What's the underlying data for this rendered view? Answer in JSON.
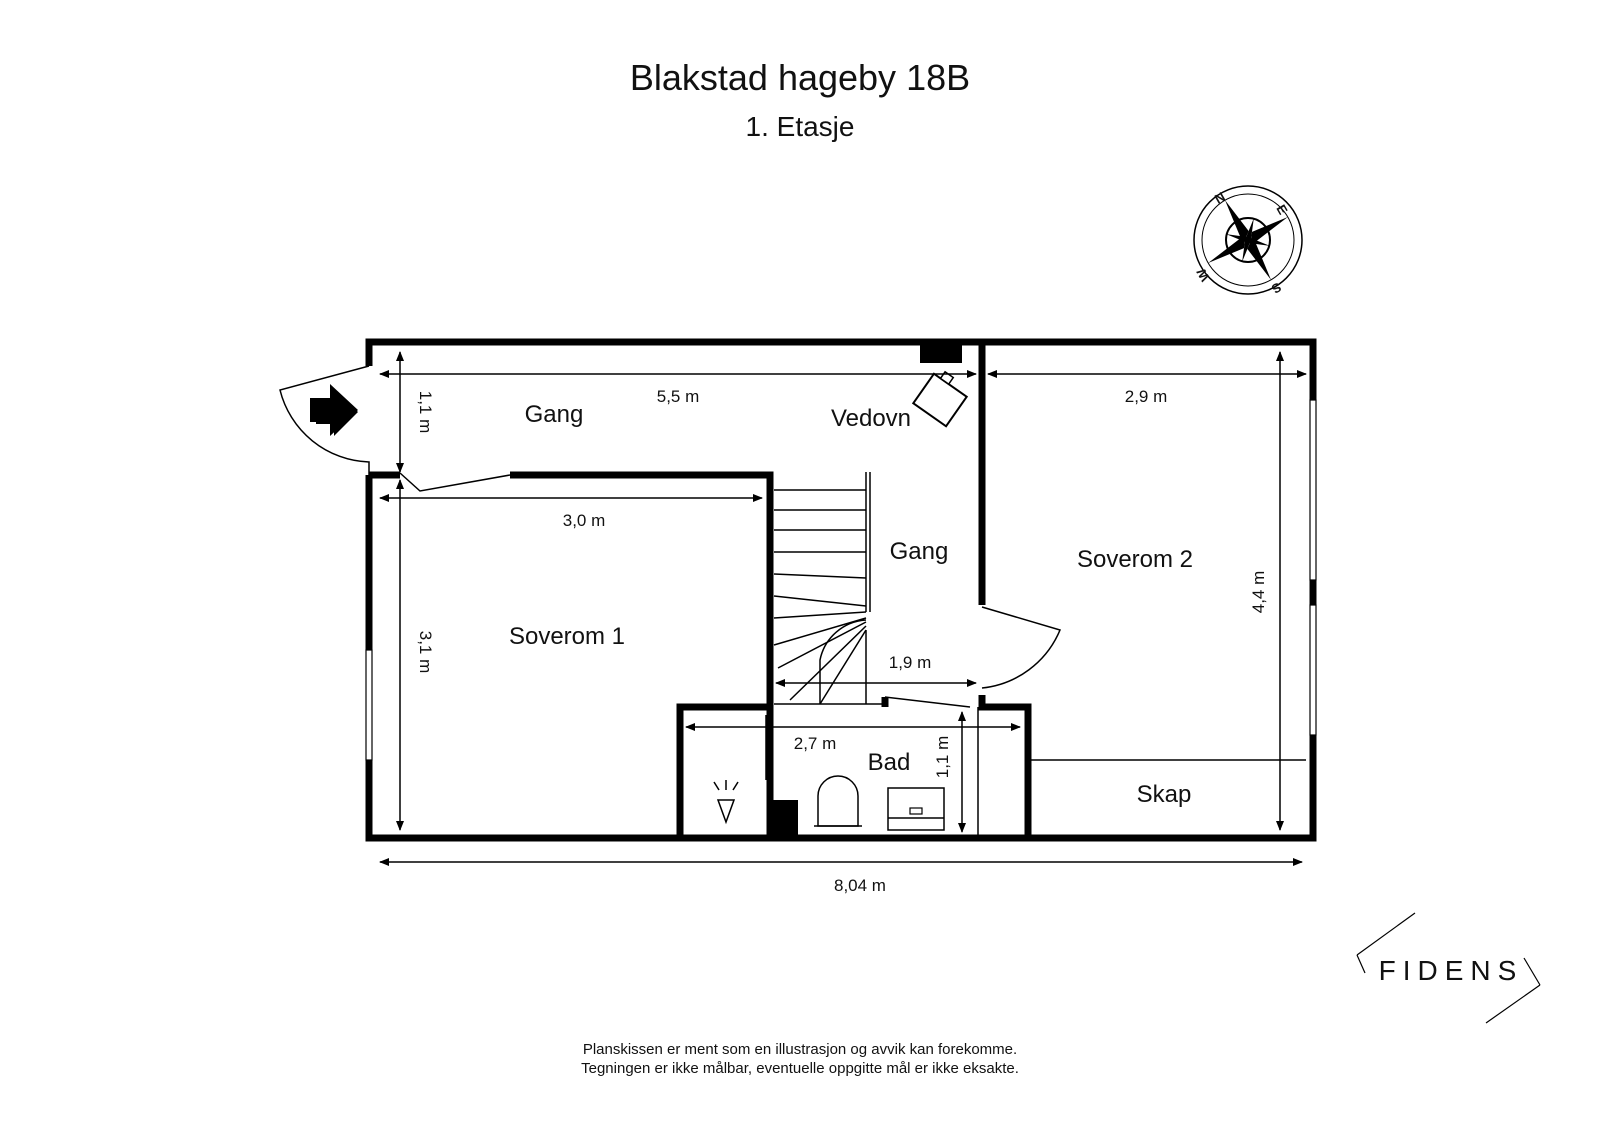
{
  "title": "Blakstad hageby 18B",
  "subtitle": "1. Etasje",
  "rooms": {
    "gang_top": "Gang",
    "vedovn": "Vedovn",
    "gang_mid": "Gang",
    "soverom1": "Soverom 1",
    "soverom2": "Soverom 2",
    "bad": "Bad",
    "skap": "Skap"
  },
  "dimensions": {
    "gang_depth": "1,1 m",
    "gang_length": "5,5 m",
    "sov2_width": "2,9 m",
    "sov1_width": "3,0 m",
    "sov1_depth": "3,1 m",
    "sov2_depth": "4,4 m",
    "gang_mid_width": "1,9 m",
    "bad_width": "2,7 m",
    "bad_depth": "1,1 m",
    "total_width": "8,04 m"
  },
  "compass": {
    "n": "N",
    "e": "E",
    "s": "S",
    "w": "W"
  },
  "brand": "FIDENS",
  "disclaimer": {
    "line1": "Planskissen er ment som en illustrasjon og avvik kan forekomme.",
    "line2": "Tegningen er ikke målbar, eventuelle oppgitte mål er ikke eksakte."
  }
}
